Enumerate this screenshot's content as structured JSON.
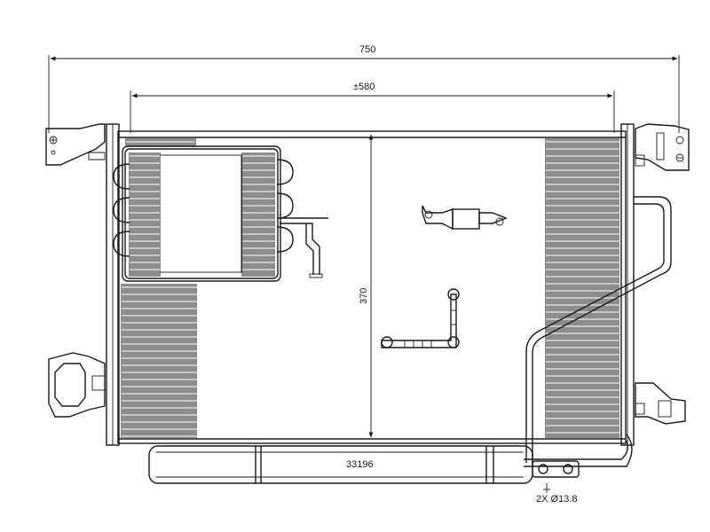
{
  "dimensions": {
    "overall_width": "750",
    "core_width": "±580",
    "core_height": "370",
    "part_number": "33196",
    "hole_note": "2X  Ø13.8"
  },
  "colors": {
    "line": "#1a1a1a",
    "background": "#ffffff"
  }
}
